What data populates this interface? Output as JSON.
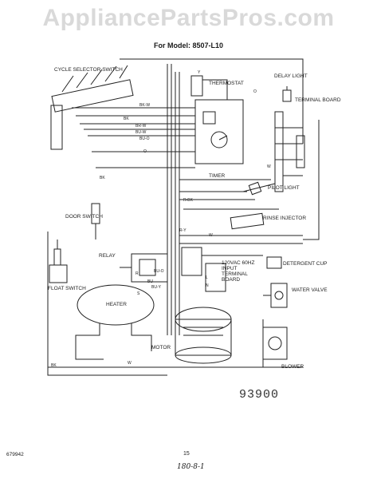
{
  "watermark": "AppliancePartsPros.com",
  "model_title": "For Model: 8507-L10",
  "components": {
    "cycle_selector_switch": "CYCLE SELECTOR SWITCH",
    "thermostat": "THERMOSTAT",
    "delay_light": "DELAY LIGHT",
    "terminal_board": "TERMINAL BOARD",
    "timer": "TIMER",
    "pilot_light": "PILOT LIGHT",
    "door_switch": "DOOR SWITCH",
    "rinse_injector": "RINSE INJECTOR",
    "relay": "RELAY",
    "input_terminal_board": "120VAC 60Hz INPUT TERMINAL BOARD",
    "detergent_cup": "DETERGENT CUP",
    "float_switch": "FLOAT SWITCH",
    "heater": "HEATER",
    "water_valve": "WATER VALVE",
    "motor": "MOTOR",
    "blower": "BLOWER"
  },
  "wire_labels": {
    "bk_w": "BK-W",
    "bk": "BK",
    "br_w": "BR-W",
    "bu_w": "BU-W",
    "bu_o": "BU-O",
    "o": "O",
    "r_bk": "R-BK",
    "r_y": "R-Y",
    "y": "Y",
    "w": "W",
    "r": "R",
    "bu": "BU",
    "bu_y": "BU-Y",
    "l": "L",
    "n": "N",
    "s": "S"
  },
  "diagram_number": "93900",
  "page_number": "15",
  "part_number": "679942",
  "handwritten_code": "180-8-1"
}
